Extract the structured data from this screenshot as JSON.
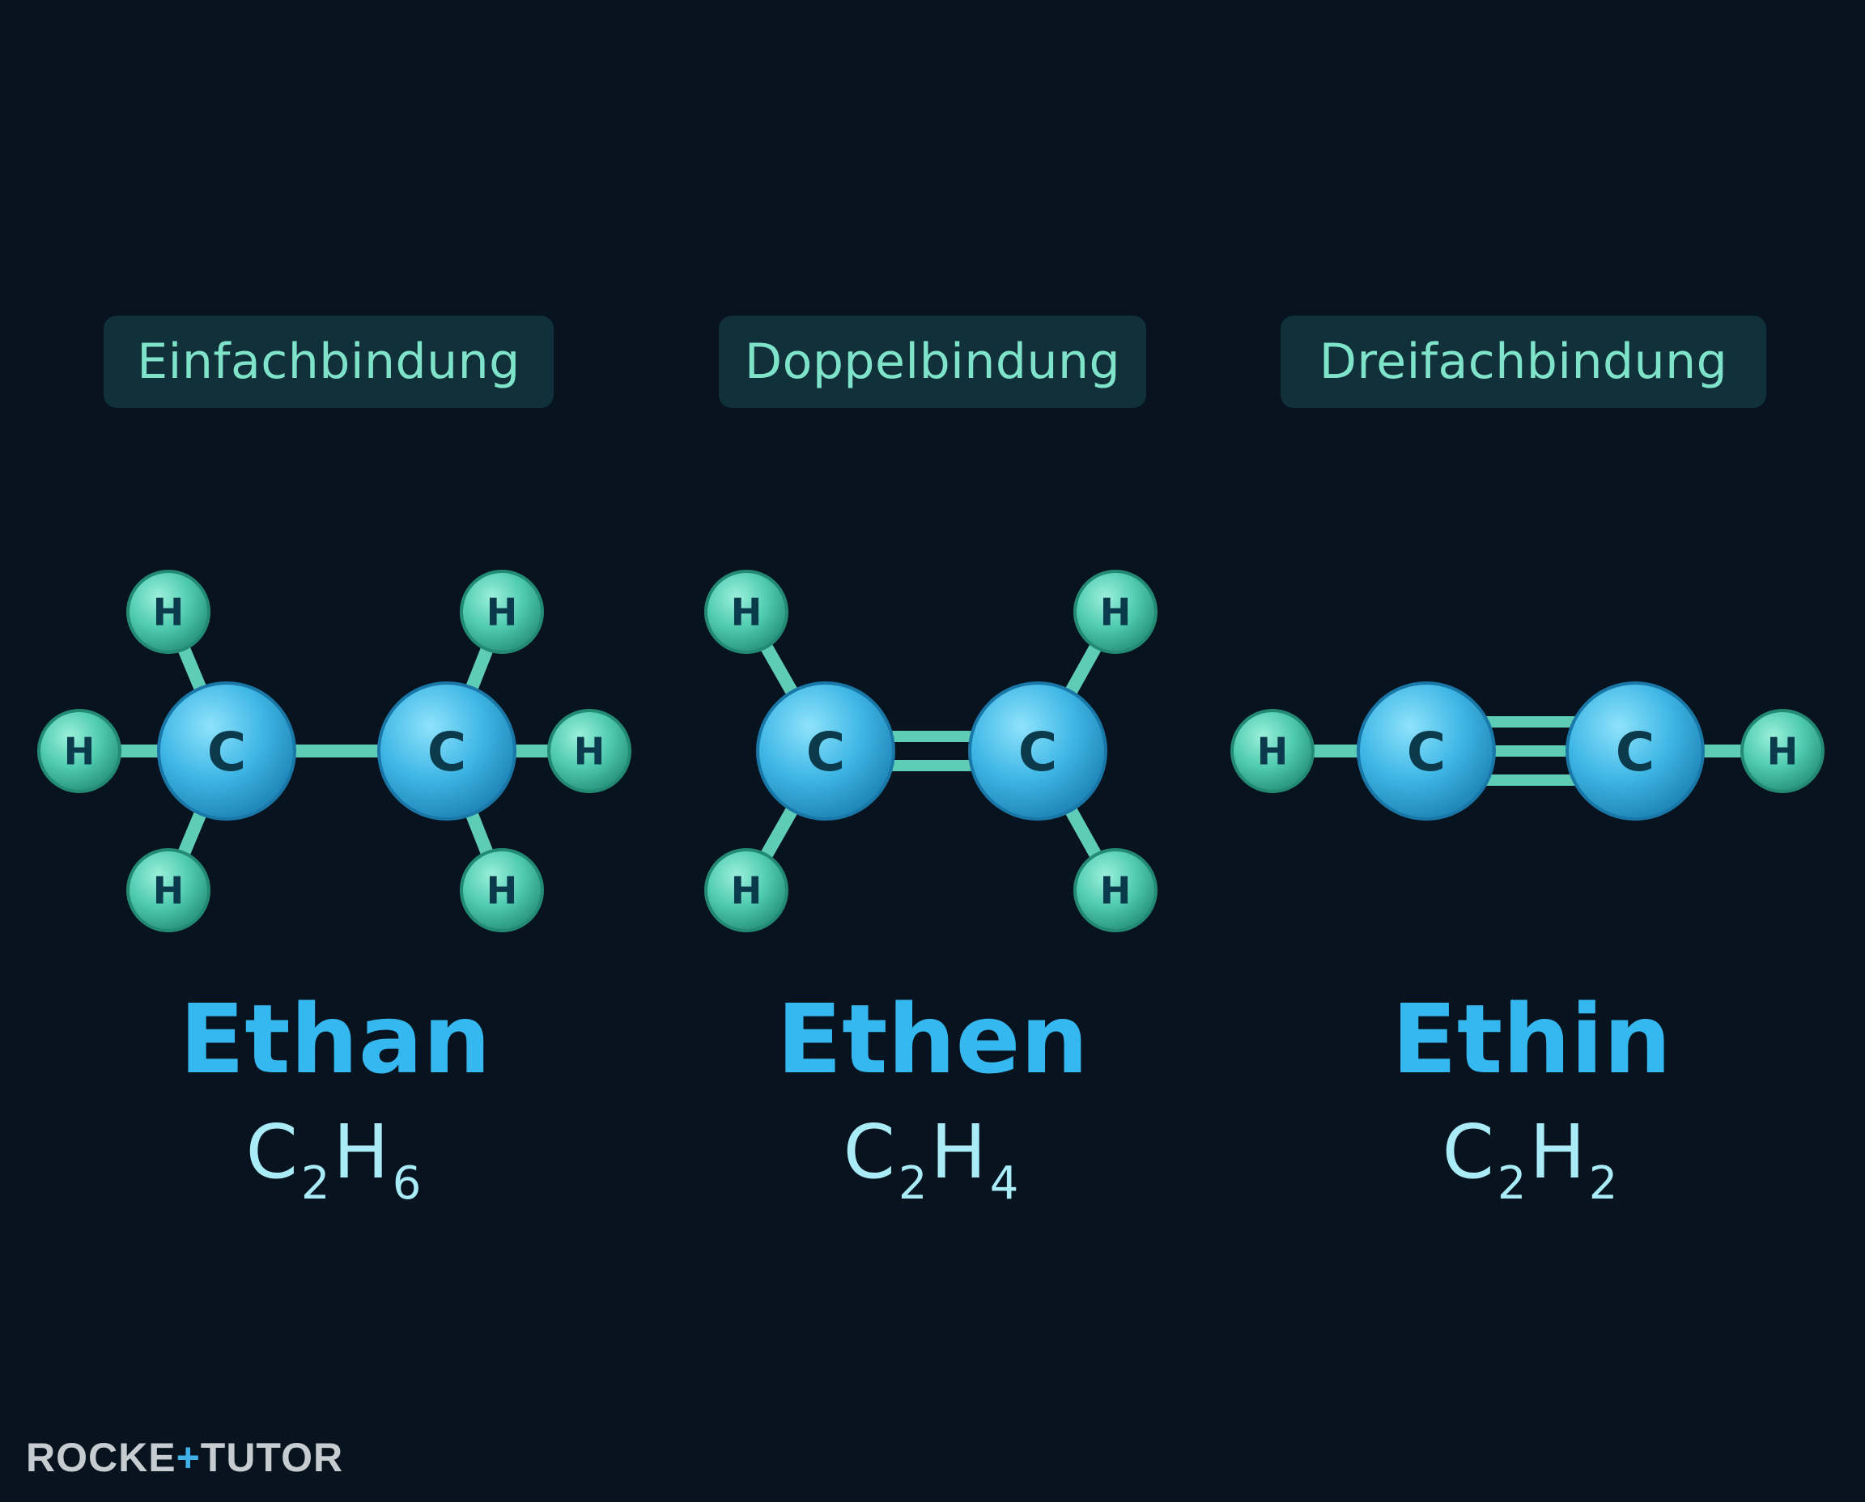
{
  "colors": {
    "background": "#071420",
    "carbon": "#3fb7e6",
    "hydrogen": "#4fcbb0",
    "bond": "#5fcdb5",
    "label_text": "#7fe3c9",
    "name": "#35b7f0",
    "formula": "#a9ecf7"
  },
  "molecules": [
    {
      "bond_label": "Einfachbindung",
      "bond_order": 1,
      "name": "Ethan",
      "formula": {
        "c": "C",
        "c_count": "2",
        "h": "H",
        "h_count": "6"
      },
      "atoms": [
        "C",
        "C",
        "H",
        "H",
        "H",
        "H",
        "H",
        "H"
      ]
    },
    {
      "bond_label": "Doppelbindung",
      "bond_order": 2,
      "name": "Ethen",
      "formula": {
        "c": "C",
        "c_count": "2",
        "h": "H",
        "h_count": "4"
      },
      "atoms": [
        "C",
        "C",
        "H",
        "H",
        "H",
        "H"
      ]
    },
    {
      "bond_label": "Dreifachbindung",
      "bond_order": 3,
      "name": "Ethin",
      "formula": {
        "c": "C",
        "c_count": "2",
        "h": "H",
        "h_count": "2"
      },
      "atoms": [
        "C",
        "C",
        "H",
        "H"
      ]
    }
  ],
  "logo": {
    "part1": "ROCKE",
    "plus": "+",
    "part2": "TUTOR"
  }
}
